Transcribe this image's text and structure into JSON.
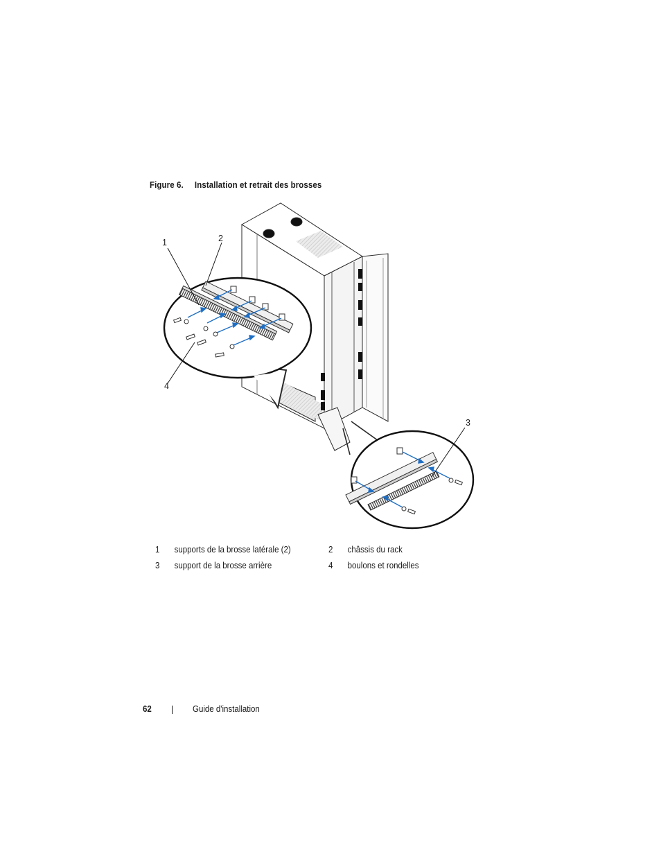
{
  "figure": {
    "number": "Figure 6.",
    "title": "Installation et retrait des brosses",
    "callouts": [
      "1",
      "2",
      "3",
      "4"
    ]
  },
  "legend": [
    {
      "num": "1",
      "text": "supports de la brosse latérale (2)"
    },
    {
      "num": "2",
      "text": "châssis du rack"
    },
    {
      "num": "3",
      "text": "support de la brosse arrière"
    },
    {
      "num": "4",
      "text": "boulons et rondelles"
    }
  ],
  "footer": {
    "page_number": "62",
    "guide_title": "Guide d'installation"
  },
  "colors": {
    "line": "#2a2a2a",
    "arrow": "#1f6fc4",
    "shade": "#d9d9d9"
  }
}
